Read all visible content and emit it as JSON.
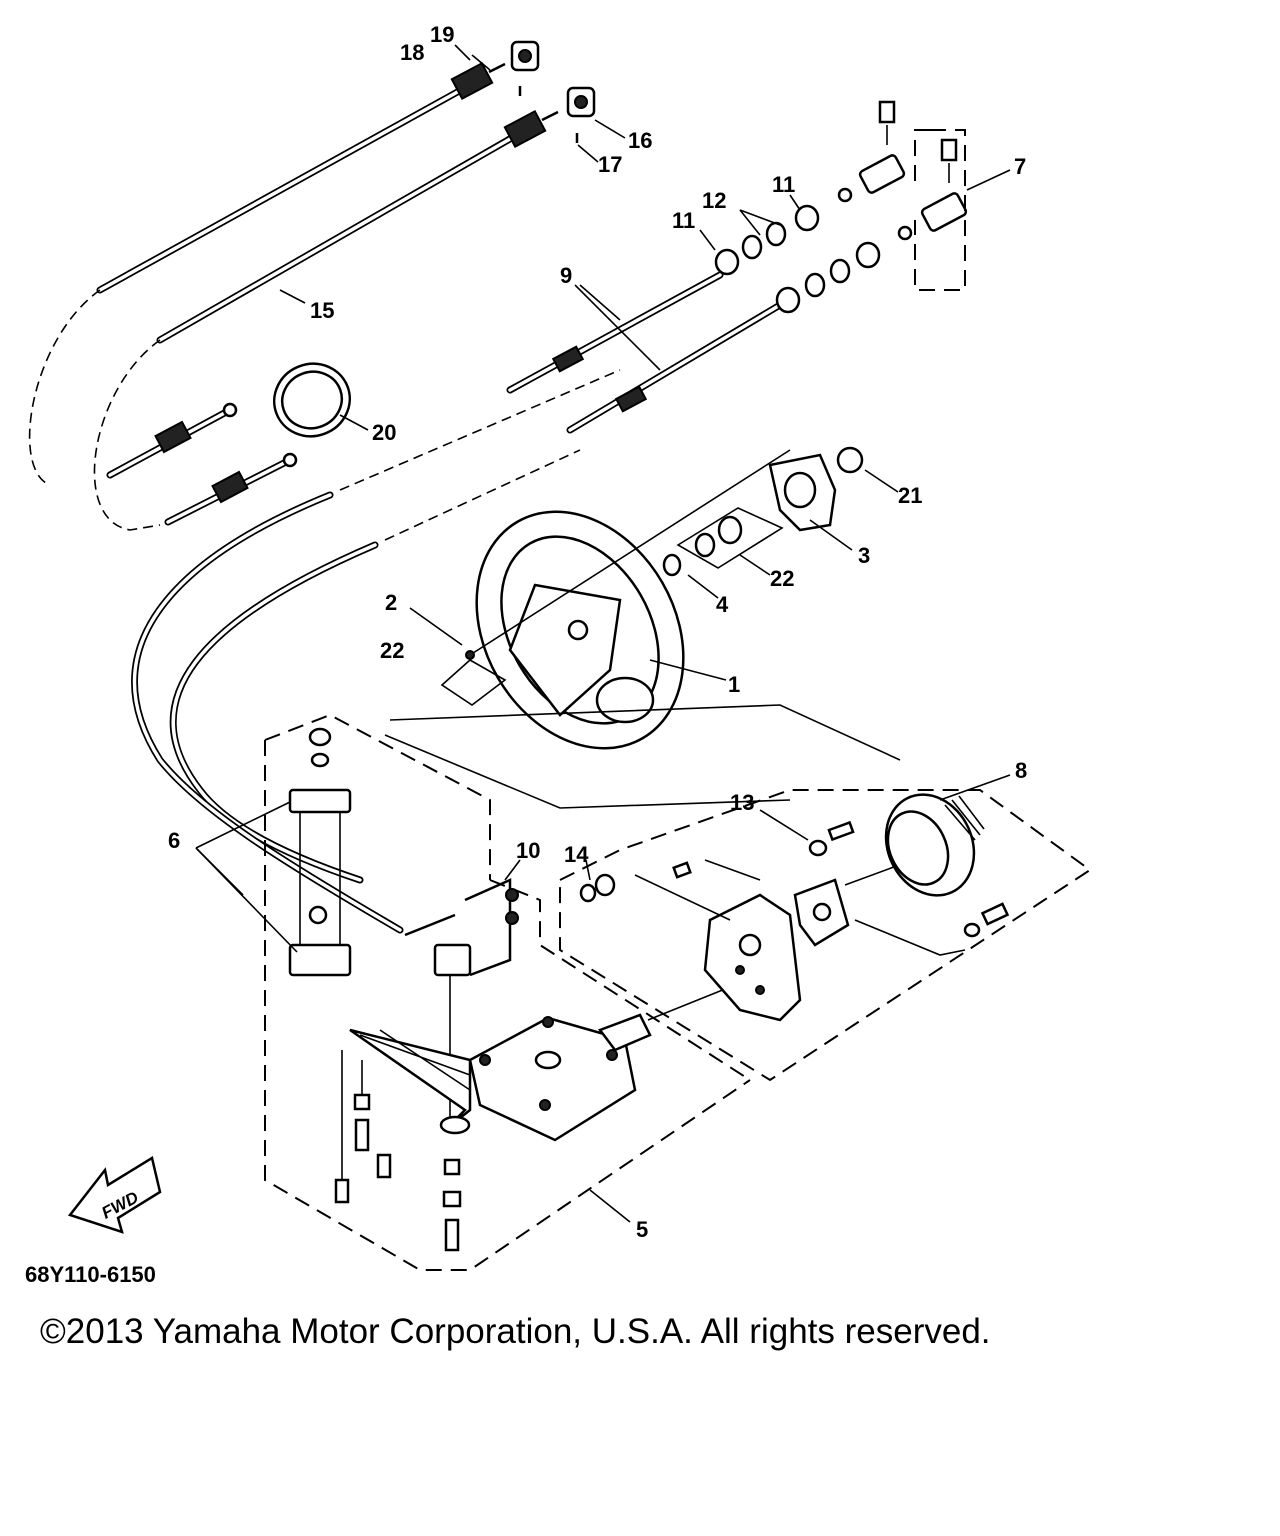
{
  "diagram": {
    "code": "68Y110-6150",
    "fwd_label": "FWD",
    "copyright": "©2013 Yamaha Motor Corporation, U.S.A. All rights reserved.",
    "callouts": {
      "c1": "1",
      "c2": "2",
      "c3": "3",
      "c4": "4",
      "c5": "5",
      "c6": "6",
      "c7": "7",
      "c8": "8",
      "c9": "9",
      "c10": "10",
      "c11a": "11",
      "c11b": "11",
      "c12": "12",
      "c13": "13",
      "c14": "14",
      "c15": "15",
      "c16": "16",
      "c17": "17",
      "c18": "18",
      "c19": "19",
      "c20": "20",
      "c21": "21",
      "c22a": "22",
      "c22b": "22"
    }
  }
}
